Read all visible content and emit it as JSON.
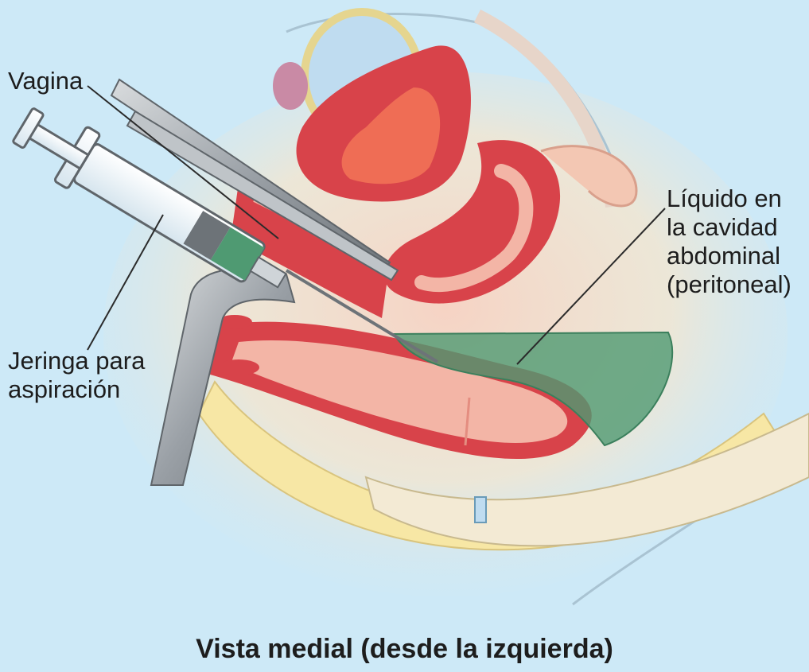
{
  "labels": {
    "vagina": "Vagina",
    "syringe": [
      "Jeringa para",
      "aspiración"
    ],
    "fluid": [
      "Líquido en",
      "la cavidad",
      "abdominal",
      "(peritoneal)"
    ]
  },
  "caption": "Vista medial (desde la izquierda)",
  "colors": {
    "background": "#cde9f7",
    "tissue_red": "#d8434a",
    "tissue_pink": "#f3b5a6",
    "fat_yellow": "#f7e7a5",
    "fluid_green": "#4f9a72",
    "bladder_blue": "#bfdcf0",
    "instrument_gray": "#9aa0a6"
  }
}
